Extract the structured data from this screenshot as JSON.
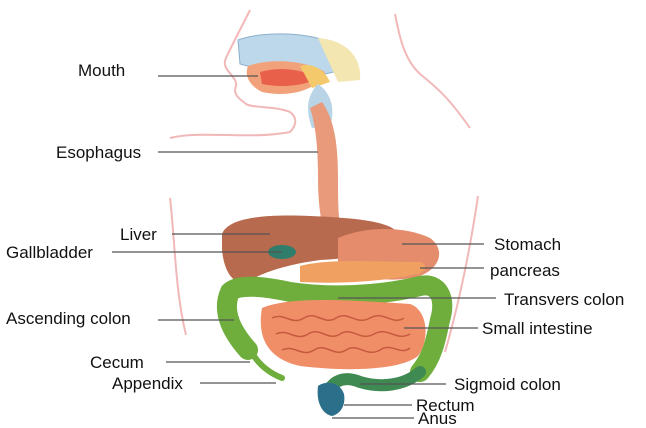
{
  "diagram": {
    "labels": {
      "mouth": "Mouth",
      "esophagus": "Esophagus",
      "liver": "Liver",
      "gallbladder": "Gallbladder",
      "ascending_colon": "Ascending colon",
      "cecum": "Cecum",
      "appendix": "Appendix",
      "stomach": "Stomach",
      "pancreas": "pancreas",
      "transvers_colon": "Transvers colon",
      "small_intestine": "Small intestine",
      "sigmoid_colon": "Sigmoid colon",
      "rectum": "Rectum",
      "anus": "Anus"
    },
    "colors": {
      "body_outline": "#f2b8b8",
      "leader_line": "#555555",
      "esophagus": "#e89a7a",
      "liver": "#b86a4e",
      "stomach": "#e48c6c",
      "pancreas": "#f0a060",
      "gallbladder": "#2f7d6a",
      "colon": "#6fae3c",
      "small_intestine": "#f08e68",
      "rectum": "#2b6f8a",
      "mouth_cavity": "#bcd8ea"
    }
  }
}
